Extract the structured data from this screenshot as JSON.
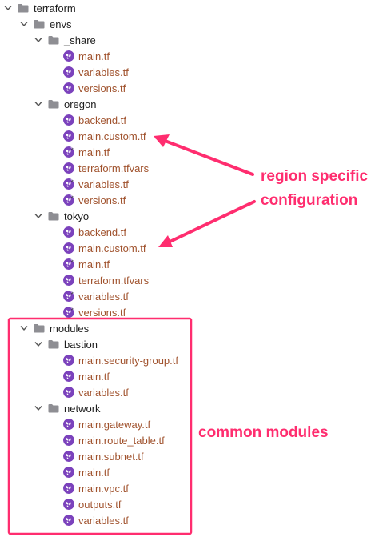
{
  "colors": {
    "accent": "#ff2d6f",
    "file_text": "#a0522d",
    "folder_icon": "#6e6e73",
    "terraform_icon": "#7b42bc"
  },
  "tree": {
    "terraform": {
      "label": "terraform",
      "icon": "folder-icon",
      "expanded": true
    },
    "envs": {
      "label": "envs",
      "icon": "folder-icon",
      "expanded": true
    },
    "share": {
      "label": "_share",
      "icon": "folder-icon",
      "expanded": true,
      "files": [
        {
          "label": "main.tf",
          "icon": "terraform-icon"
        },
        {
          "label": "variables.tf",
          "icon": "terraform-icon"
        },
        {
          "label": "versions.tf",
          "icon": "terraform-icon"
        }
      ]
    },
    "oregon": {
      "label": "oregon",
      "icon": "folder-icon",
      "expanded": true,
      "files": [
        {
          "label": "backend.tf",
          "icon": "terraform-icon"
        },
        {
          "label": "main.custom.tf",
          "icon": "terraform-icon"
        },
        {
          "label": "main.tf",
          "icon": "terraform-symlink-icon"
        },
        {
          "label": "terraform.tfvars",
          "icon": "terraform-icon"
        },
        {
          "label": "variables.tf",
          "icon": "terraform-symlink-icon"
        },
        {
          "label": "versions.tf",
          "icon": "terraform-symlink-icon"
        }
      ]
    },
    "tokyo": {
      "label": "tokyo",
      "icon": "folder-icon",
      "expanded": true,
      "files": [
        {
          "label": "backend.tf",
          "icon": "terraform-icon"
        },
        {
          "label": "main.custom.tf",
          "icon": "terraform-icon"
        },
        {
          "label": "main.tf",
          "icon": "terraform-symlink-icon"
        },
        {
          "label": "terraform.tfvars",
          "icon": "terraform-icon"
        },
        {
          "label": "variables.tf",
          "icon": "terraform-symlink-icon"
        },
        {
          "label": "versions.tf",
          "icon": "terraform-symlink-icon"
        }
      ]
    },
    "modules": {
      "label": "modules",
      "icon": "folder-icon",
      "expanded": true
    },
    "bastion": {
      "label": "bastion",
      "icon": "folder-icon",
      "expanded": true,
      "files": [
        {
          "label": "main.security-group.tf",
          "icon": "terraform-icon"
        },
        {
          "label": "main.tf",
          "icon": "terraform-icon"
        },
        {
          "label": "variables.tf",
          "icon": "terraform-icon"
        }
      ]
    },
    "network": {
      "label": "network",
      "icon": "folder-icon",
      "expanded": true,
      "files": [
        {
          "label": "main.gateway.tf",
          "icon": "terraform-icon"
        },
        {
          "label": "main.route_table.tf",
          "icon": "terraform-icon"
        },
        {
          "label": "main.subnet.tf",
          "icon": "terraform-icon"
        },
        {
          "label": "main.tf",
          "icon": "terraform-icon"
        },
        {
          "label": "main.vpc.tf",
          "icon": "terraform-icon"
        },
        {
          "label": "outputs.tf",
          "icon": "terraform-icon"
        },
        {
          "label": "variables.tf",
          "icon": "terraform-icon"
        }
      ]
    }
  },
  "annotations": {
    "region_specific_line1": "region specific",
    "region_specific_line2": "configuration",
    "common_modules": "common modules"
  }
}
